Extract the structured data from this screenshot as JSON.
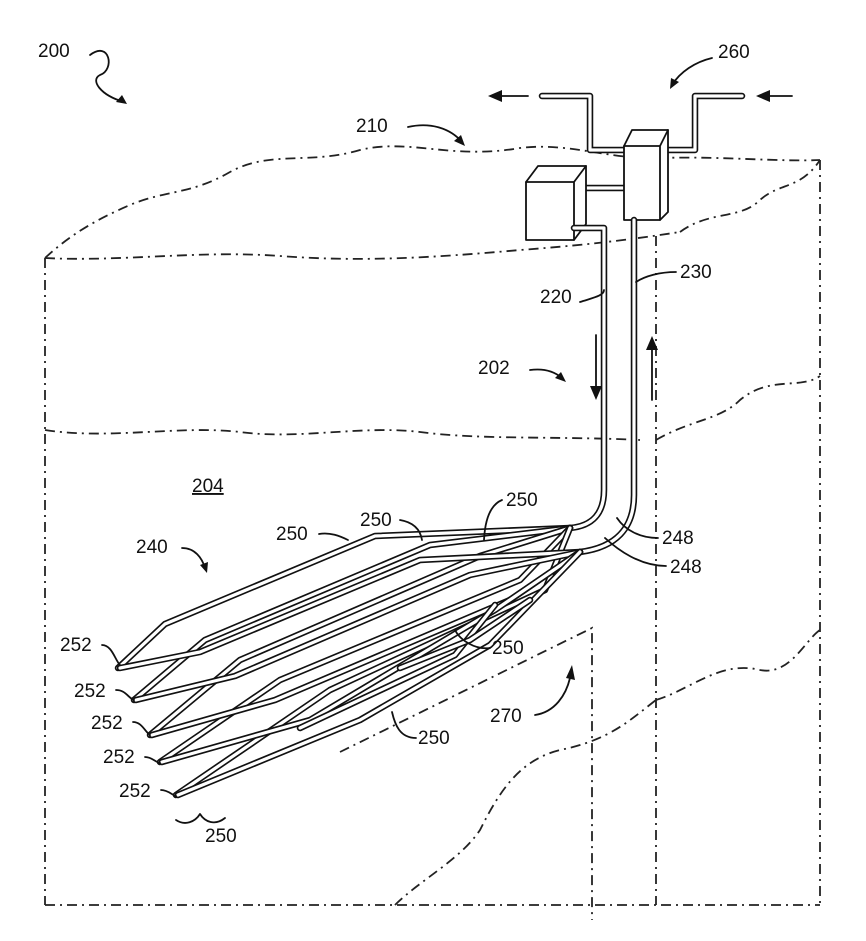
{
  "figure": {
    "labels": {
      "system": "200",
      "surface": "210",
      "flow_circuit": "260",
      "injection_pipe": "220",
      "production_pipe": "230",
      "flow_direction": "202",
      "formation": "204",
      "lateral_array": "240",
      "junction_a": "248",
      "junction_b": "248",
      "lateral_1": "250",
      "lateral_2": "250",
      "lateral_3": "250",
      "lateral_4": "250",
      "lateral_5": "250",
      "lateral_bottom": "250",
      "fracture_zone": "270",
      "end_1": "252",
      "end_2": "252",
      "end_3": "252",
      "end_4": "252",
      "end_5": "252"
    }
  }
}
